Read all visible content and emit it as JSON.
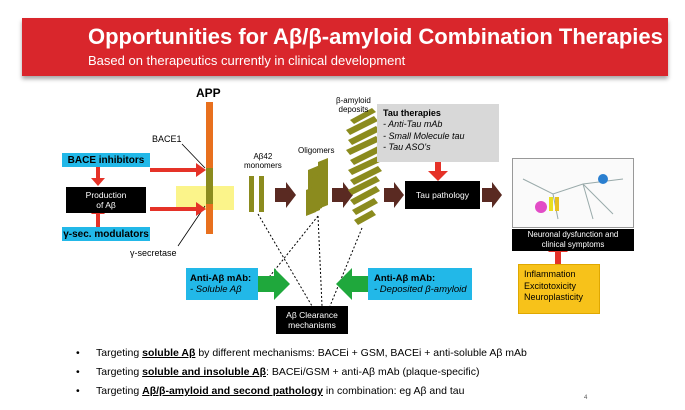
{
  "header": {
    "title": "Opportunities for Aβ/β-amyloid Combination Therapies",
    "subtitle": "Based on therapeutics currently in clinical development"
  },
  "diagram": {
    "app_label": "APP",
    "bace1_label": "BACE1",
    "gamma_secretase_label": "γ-secretase",
    "bace_inhibitors": "BACE inhibitors",
    "production_line1": "Production",
    "production_line2": "of Aβ",
    "gamma_modulators": "γ-sec. modulators",
    "monomers_line1": "Aβ42",
    "monomers_line2": "monomers",
    "oligomers_label": "Oligomers",
    "deposits_line1": "β-amyloid",
    "deposits_line2": "deposits",
    "tau_therapies_title": "Tau therapies",
    "tau_therapies_items": [
      "- Anti-Tau mAb",
      "- Small Molecule tau",
      "- Tau ASO's"
    ],
    "tau_pathology": "Tau pathology",
    "neuronal_line1": "Neuronal dysfunction and",
    "neuronal_line2": "clinical symptoms",
    "inflammation_items": [
      "Inflammation",
      "Excitotoxicity",
      "Neuroplasticity"
    ],
    "anti_soluble_title": "Anti-Aβ mAb:",
    "anti_soluble_sub": "- Soluble Aβ",
    "anti_deposited_title": "Anti-Aβ mAb:",
    "anti_deposited_sub": "- Deposited β-amyloid",
    "clearance_line1": "Aβ Clearance",
    "clearance_line2": "mechanisms"
  },
  "bullets": [
    {
      "pre": "Targeting ",
      "em": "soluble Aβ",
      "post": " by different mechanisms:  BACEi + GSM, BACEi + anti-soluble Aβ mAb"
    },
    {
      "pre": "Targeting ",
      "em": "soluble and insoluble Aβ",
      "post": ": BACEi/GSM + anti-Aβ mAb (plaque-specific)"
    },
    {
      "pre": "Targeting ",
      "em": "Aβ/β-amyloid and second pathology",
      "post": " in combination: eg Aβ and tau"
    }
  ],
  "page_number": "4",
  "colors": {
    "header_red": "#d9262c",
    "cyan": "#22b8e8",
    "olive": "#8b8b1e",
    "brown_arrow": "#5a2a22",
    "green_arrow": "#1fa83c",
    "red_arrow": "#e53228",
    "orange_bar": "#e8701e",
    "yellow": "#f7c21a"
  }
}
